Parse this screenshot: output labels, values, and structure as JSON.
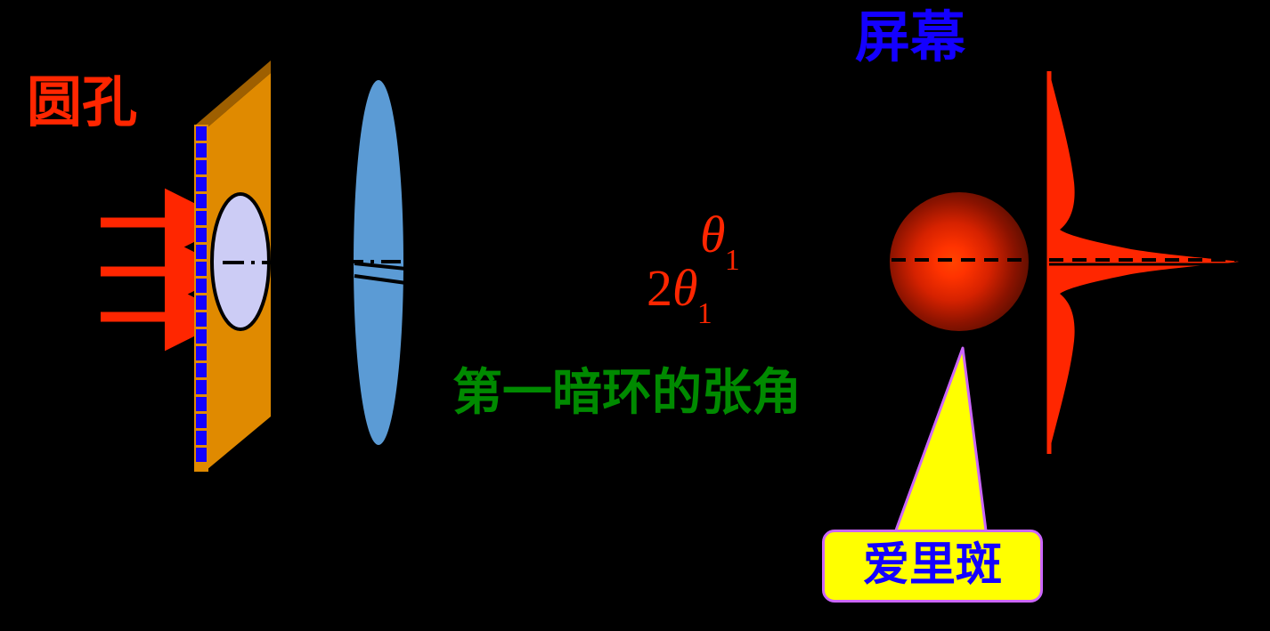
{
  "figure": {
    "title_context": "Fraunhofer diffraction by a circular aperture",
    "background_color": "#000000"
  },
  "labels": {
    "aperture": {
      "text": "圆孔",
      "color": "#FF2600"
    },
    "screen": {
      "text": "屏幕",
      "color": "#1400FF"
    },
    "dark_ring": {
      "text": "第一暗环的张角",
      "color": "#008A00"
    },
    "airy_spot": {
      "text": "爱里斑",
      "color": "#1400FF"
    }
  },
  "math": {
    "theta1": {
      "symbol": "θ",
      "subscript": "1",
      "color": "#FF2600"
    },
    "two_theta1": {
      "coefficient": "2",
      "symbol": "θ",
      "subscript": "1",
      "color": "#FF2600"
    }
  },
  "components": {
    "incident_arrows": {
      "name": "incident-plane-wave-arrows",
      "count": 3,
      "color": "#FF2600"
    },
    "aperture_plate": {
      "name": "aperture-plate",
      "face_color": "#E08A00",
      "top_color": "#9E5F00",
      "edge_stripe_color": "#1400FF"
    },
    "aperture_hole": {
      "name": "circular-aperture-hole",
      "fill": "#CCCCF5",
      "stroke": "#000000"
    },
    "lens": {
      "name": "converging-lens",
      "fill": "#5B9BD5"
    },
    "screen_line": {
      "name": "observation-screen",
      "color": "#FF2600"
    },
    "airy_disk": {
      "name": "airy-disk",
      "center_color": "#FF3300",
      "edge_color": "#5A0E00"
    },
    "intensity_curve": {
      "name": "airy-intensity-profile",
      "fill": "#FF2600"
    },
    "optical_axis": {
      "name": "optical-axis",
      "color": "#000000",
      "style": "dash-dot"
    },
    "callout_pointer": {
      "name": "callout-pointer",
      "fill": "#FFFF00",
      "stroke": "#CC66FF"
    }
  },
  "colors": {
    "red": "#FF2600",
    "blue": "#1400FF",
    "green": "#008A00",
    "orange": "#E08A00",
    "lens_blue": "#5B9BD5",
    "lavender": "#CCCCF5",
    "yellow": "#FFFF00",
    "violet": "#CC66FF"
  }
}
